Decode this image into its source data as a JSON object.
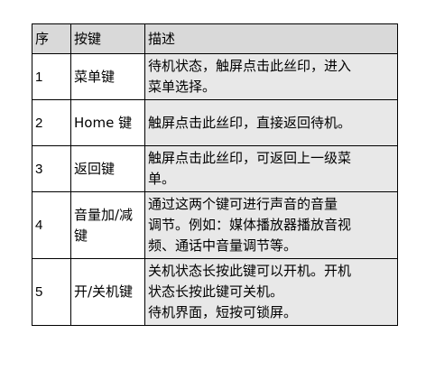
{
  "table": {
    "headers": [
      "序",
      "按键",
      "描述"
    ],
    "rows": [
      {
        "num": "1",
        "key": [
          "菜单键"
        ],
        "desc": [
          "待机状态，触屏点击此丝印，进入",
          "菜单选择。"
        ]
      },
      {
        "num": "2",
        "key": [
          "Home 键"
        ],
        "desc": [
          "触屏点击此丝印，直接返回待机。"
        ]
      },
      {
        "num": "3",
        "key": [
          "返回键"
        ],
        "desc": [
          "触屏点击此丝印，可返回上一级菜",
          "单。"
        ]
      },
      {
        "num": "4",
        "key": [
          "音量加/减",
          "键"
        ],
        "desc": [
          "通过这两个键可进行声音的音量",
          "调节。例如：媒体播放器播放音视",
          "频、通话中音量调节等。"
        ]
      },
      {
        "num": "5",
        "key": [
          "开/关机键"
        ],
        "desc": [
          "关机状态长按此键可以开机。开机",
          "状态长按此键可关机。",
          "待机界面，短按可锁屏。"
        ]
      }
    ]
  }
}
